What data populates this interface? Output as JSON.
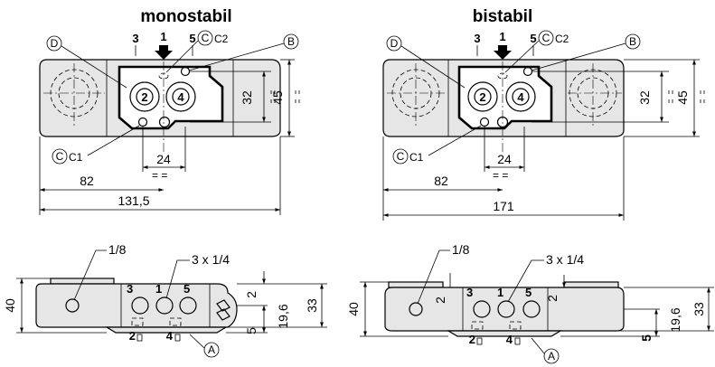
{
  "titles": {
    "left": "monostabil",
    "right": "bistabil"
  },
  "top_left": {
    "ports": {
      "p3": "3",
      "p1": "1",
      "p5": "5",
      "p2": "2",
      "p4": "4"
    },
    "callouts": {
      "d": "D",
      "c": "C",
      "c2": "C2",
      "b": "B",
      "c1": "C1"
    },
    "dims": {
      "d32": "32",
      "d45": "45",
      "d24": "24",
      "d82": "82",
      "d131": "131,5"
    }
  },
  "top_right": {
    "ports": {
      "p3": "3",
      "p1": "1",
      "p5": "5",
      "p2": "2",
      "p4": "4"
    },
    "callouts": {
      "d": "D",
      "c": "C",
      "c2": "C2",
      "b": "B",
      "c1": "C1"
    },
    "dims": {
      "d32": "32",
      "d45": "45",
      "d24": "24",
      "d82": "82",
      "d171": "171"
    }
  },
  "bottom_left": {
    "labels": {
      "eighth": "1/8",
      "quarter": "3 x 1/4",
      "a": "A"
    },
    "ports": {
      "p3": "3",
      "p1": "1",
      "p5": "5",
      "p2": "2",
      "p4": "4"
    },
    "dims": {
      "d40": "40",
      "d2": "2",
      "d19": "19,6",
      "d5": "5",
      "d33": "33"
    }
  },
  "bottom_right": {
    "labels": {
      "eighth": "1/8",
      "quarter": "3 x 1/4",
      "a": "A"
    },
    "ports": {
      "p3": "3",
      "p1": "1",
      "p5": "5",
      "p2": "2",
      "p4": "4"
    },
    "dims": {
      "d40": "40",
      "d2a": "2",
      "d2b": "2",
      "d19": "19,6",
      "d5": "5",
      "d33": "33"
    }
  }
}
